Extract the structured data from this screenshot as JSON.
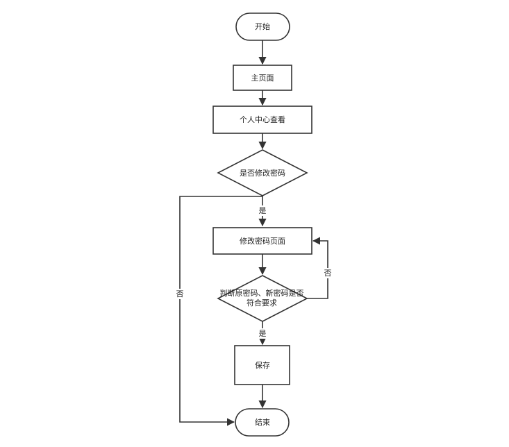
{
  "flowchart": {
    "nodes": {
      "start": "开始",
      "main_page": "主页面",
      "profile": "个人中心查看",
      "change_q": "是否修改密码",
      "change_page": "修改密码页面",
      "check_line1": "判断原密码、新密码是否",
      "check_line2": "符合要求",
      "save": "保存",
      "end": "结束"
    },
    "edge_labels": {
      "change_yes": "是",
      "change_no": "否",
      "check_yes": "是",
      "check_no": "否"
    }
  }
}
